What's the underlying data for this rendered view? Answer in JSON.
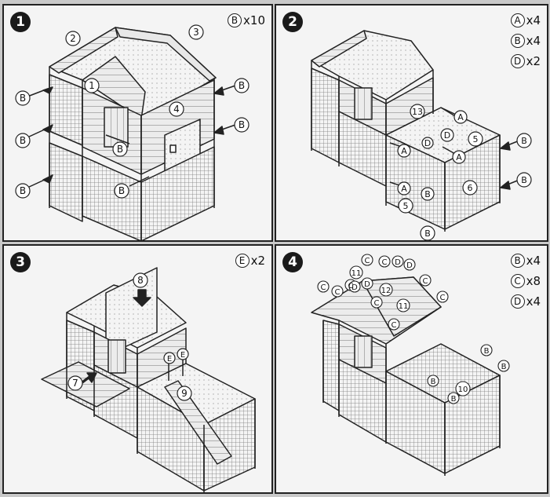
{
  "steps": [
    {
      "number": "1",
      "hardware": [
        {
          "letter": "B",
          "count": "x10"
        }
      ],
      "callouts": {
        "c1": "1",
        "c2": "2",
        "c3": "3",
        "c4": "4",
        "b1": "B",
        "b2": "B",
        "b3": "B",
        "b4": "B",
        "b5": "B",
        "b6": "B",
        "b7": "B"
      }
    },
    {
      "number": "2",
      "hardware": [
        {
          "letter": "A",
          "count": "x4"
        },
        {
          "letter": "B",
          "count": "x4"
        },
        {
          "letter": "D",
          "count": "x2"
        }
      ],
      "callouts": {
        "c13": "13",
        "c5a": "5",
        "c5b": "5",
        "c6": "6",
        "a1": "A",
        "a2": "A",
        "a3": "A",
        "a4": "A",
        "d1": "D",
        "d2": "D",
        "b1": "B",
        "b2": "B",
        "b3": "B",
        "b4": "B"
      }
    },
    {
      "number": "3",
      "hardware": [
        {
          "letter": "E",
          "count": "x2"
        }
      ],
      "callouts": {
        "c7": "7",
        "c8": "8",
        "c9": "9",
        "e1": "E",
        "e2": "E"
      }
    },
    {
      "number": "4",
      "hardware": [
        {
          "letter": "B",
          "count": "x4"
        },
        {
          "letter": "C",
          "count": "x8"
        },
        {
          "letter": "D",
          "count": "x4"
        }
      ],
      "callouts": {
        "c10": "10",
        "c11a": "11",
        "c11b": "11",
        "c12": "12",
        "ca": "C",
        "cb": "C",
        "cc": "C",
        "cd": "C",
        "ce": "C",
        "cf": "C",
        "cg": "C",
        "ch": "C",
        "da": "D",
        "db": "D",
        "dc": "D",
        "dd": "D",
        "ba": "B",
        "bb": "B",
        "bc": "B",
        "bd": "B"
      }
    }
  ],
  "colors": {
    "line": "#222222",
    "wood": "#e6e6e6",
    "mesh": "#8a8a8a",
    "bg": "#f4f4f4"
  }
}
